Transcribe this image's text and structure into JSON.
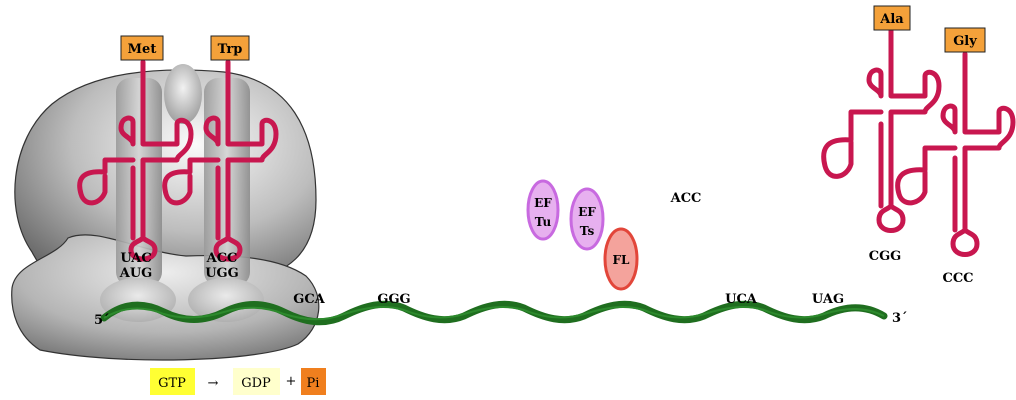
{
  "amino_acids": {
    "met": "Met",
    "trp": "Trp",
    "ala": "Ala",
    "gly": "Gly"
  },
  "ribosome_trnas": {
    "p_site_anticodon": "UAC",
    "a_site_anticodon": "ACC"
  },
  "free_trnas": {
    "ala_anticodon": "CGG",
    "gly_anticodon": "CCC"
  },
  "mrna": {
    "five_prime": "5´",
    "three_prime": "3´",
    "codons": [
      "AUG",
      "UGG",
      "GCA",
      "GGG",
      "UCA",
      "UAG"
    ]
  },
  "proteins": {
    "ef_tu_line1": "EF",
    "ef_tu_line2": "Tu",
    "ef_ts_line1": "EF",
    "ef_ts_line2": "Ts",
    "fl": "FL"
  },
  "floating_anticodon": "ACC",
  "energy": {
    "gtp": "GTP",
    "arrow": "→",
    "gdp": "GDP",
    "plus": "+",
    "pi": "Pi"
  },
  "colors": {
    "trna": "#c8174f",
    "mrna": "#1f6e1f",
    "amino_acid_box": "#f4a13a",
    "gtp": "#ffff33",
    "gdp": "#ffffcc",
    "pi": "#f07f1e",
    "ef_protein": "#e7b0ef",
    "fl_protein": "#f4a39c"
  }
}
